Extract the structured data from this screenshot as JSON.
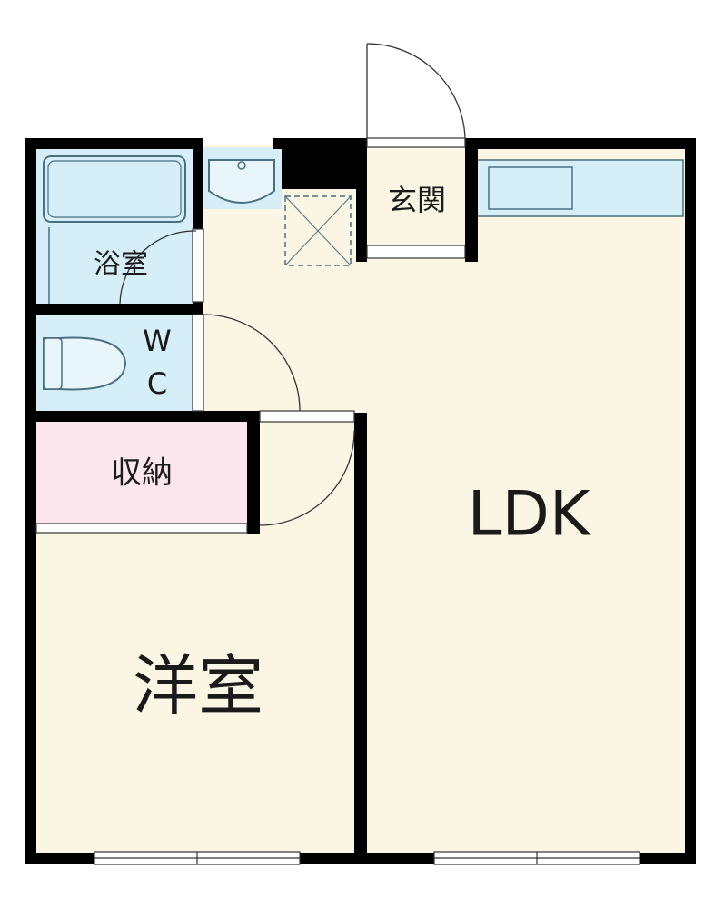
{
  "rooms": {
    "bath": "浴室",
    "wc_w": "W",
    "wc_c": "C",
    "storage": "収納",
    "entrance": "玄関",
    "ldk": "LDK",
    "western": "洋室"
  },
  "colors": {
    "floor": "#fbf5e3",
    "wet": "#d5eef8",
    "storage": "#fbe6ee",
    "wall": "#000000",
    "fixture_stroke": "#4a6f80"
  }
}
